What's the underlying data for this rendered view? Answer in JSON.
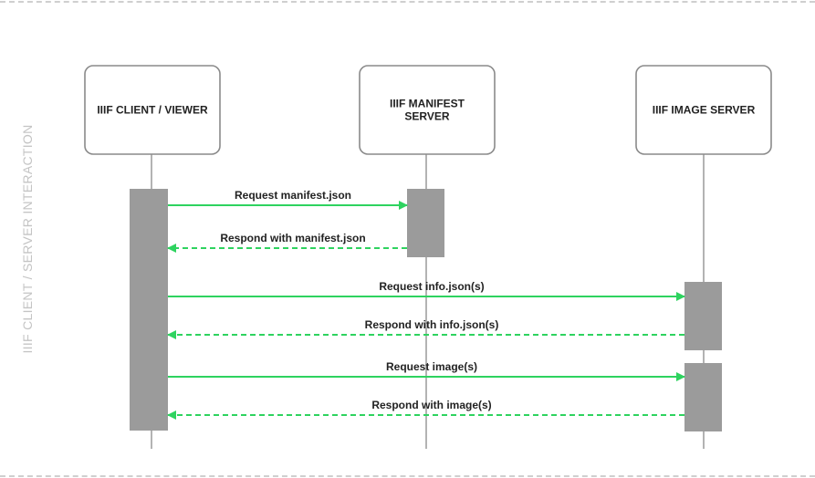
{
  "side_label": "IIIF CLIENT / SERVER INTERACTION",
  "colors": {
    "arrow": "#2ed35f",
    "activation": "#9b9b9b",
    "lifeline": "#b3b3b3",
    "box_border": "#8a8a8a"
  },
  "participants": [
    {
      "id": "client",
      "lines": [
        "IIIF CLIENT / VIEWER"
      ]
    },
    {
      "id": "manifest",
      "lines": [
        "IIIF MANIFEST",
        "SERVER"
      ]
    },
    {
      "id": "image",
      "lines": [
        "IIIF IMAGE SERVER"
      ]
    }
  ],
  "messages": [
    {
      "label": "Request manifest.json",
      "from": "client",
      "to": "manifest",
      "style": "solid"
    },
    {
      "label": "Respond with manifest.json",
      "from": "manifest",
      "to": "client",
      "style": "dashed"
    },
    {
      "label": "Request info.json(s)",
      "from": "client",
      "to": "image",
      "style": "solid"
    },
    {
      "label": "Respond with info.json(s)",
      "from": "image",
      "to": "client",
      "style": "dashed"
    },
    {
      "label": "Request image(s)",
      "from": "client",
      "to": "image",
      "style": "solid"
    },
    {
      "label": "Respond with image(s)",
      "from": "image",
      "to": "client",
      "style": "dashed"
    }
  ]
}
